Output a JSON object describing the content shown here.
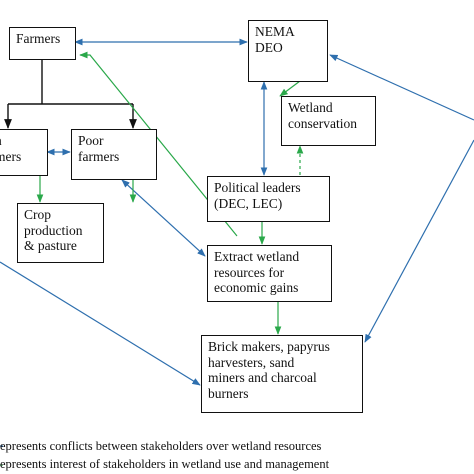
{
  "nodes": {
    "farmers": "Farmers",
    "nema": "NEMA\nDEO",
    "wetland_conservation": "Wetland\nconservation",
    "rich_farmers": "n\nmers",
    "poor_farmers": "Poor\nfarmers",
    "political_leaders": "Political leaders\n(DEC, LEC)",
    "crop_production": "Crop\nproduction\n& pasture",
    "extract_resources": "Extract wetland\nresources for\neconomic gains",
    "brick_makers": "Brick makers, papyrus\nharvesters, sand\nminers and charcoal\nburners"
  },
  "legend": {
    "conflicts": "epresents conflicts between stakeholders over wetland resources",
    "interest": "epresents interest of stakeholders in wetland use and management"
  },
  "colors": {
    "conflict": "#2e6fae",
    "interest": "#2aa84a",
    "hierarchy": "#111111"
  }
}
